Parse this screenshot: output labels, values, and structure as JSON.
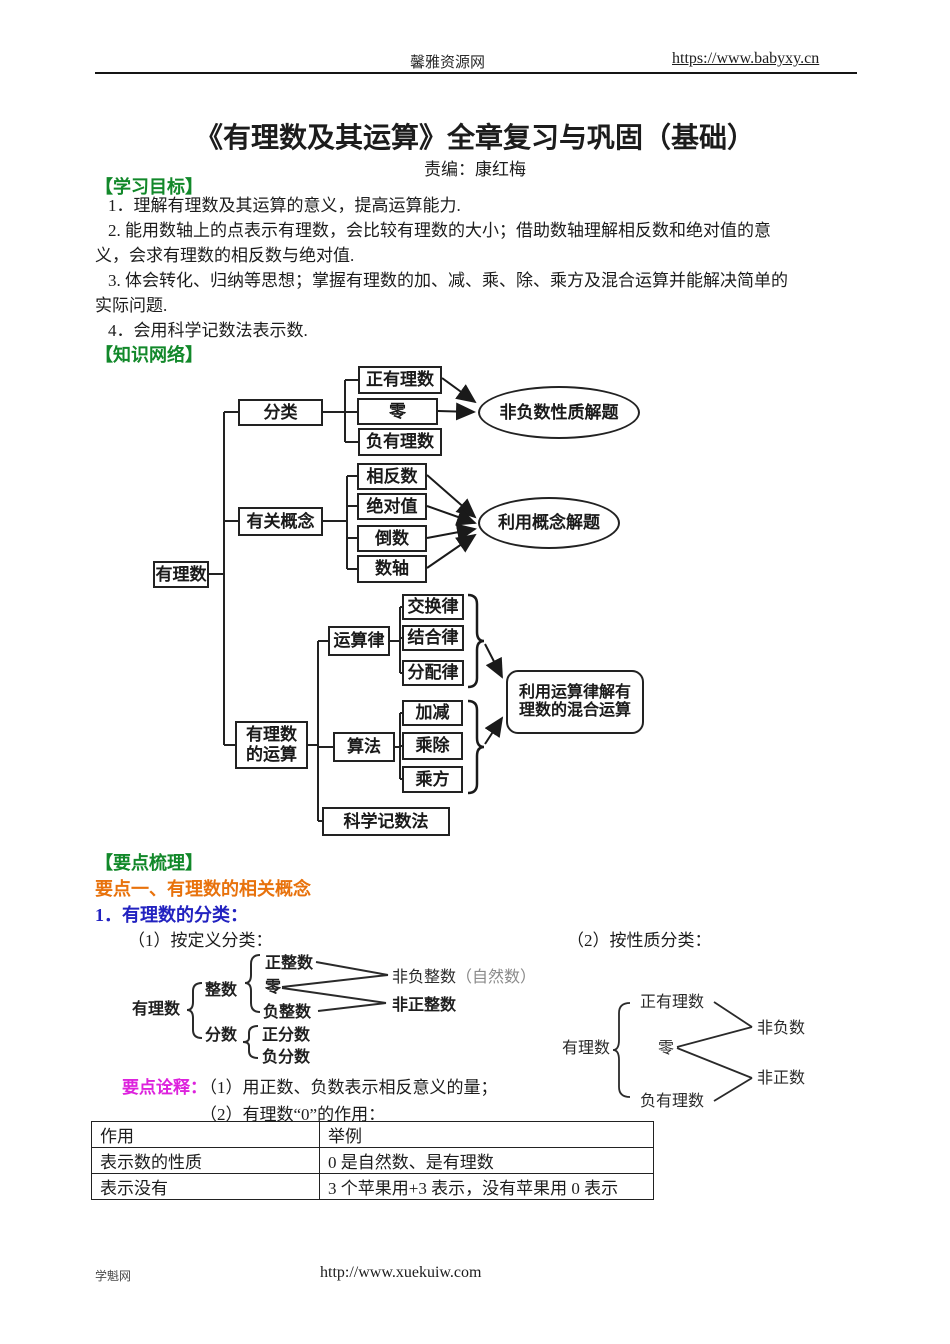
{
  "header": {
    "site_name": "馨雅资源网",
    "site_url": "https://www.babyxy.cn"
  },
  "doc": {
    "title": "《有理数及其运算》全章复习与巩固（基础）",
    "editor": "责编：康红梅"
  },
  "goals": {
    "heading": "【学习目标】",
    "items": [
      "1．理解有理数及其运算的意义，提高运算能力.",
      "2. 能用数轴上的点表示有理数，会比较有理数的大小；借助数轴理解相反数和绝对值的意义，会求有理数的相反数与绝对值.",
      "3. 体会转化、归纳等思想；掌握有理数的加、减、乘、除、乘方及混合运算并能解决简单的实际问题.",
      "4．会用科学记数法表示数."
    ]
  },
  "network": {
    "heading": "【知识网络】",
    "root": "有理数",
    "classify": {
      "label": "分类",
      "children": [
        "正有理数",
        "零",
        "负有理数"
      ],
      "result": "非负数性质解题"
    },
    "concepts": {
      "label": "有关概念",
      "children": [
        "相反数",
        "绝对值",
        "倒数",
        "数轴"
      ],
      "result": "利用概念解题"
    },
    "operations": {
      "line1": "有理数",
      "line2": "的运算",
      "laws": {
        "label": "运算律",
        "children": [
          "交换律",
          "结合律",
          "分配律"
        ]
      },
      "methods": {
        "label": "算法",
        "children": [
          "加减",
          "乘除",
          "乘方"
        ]
      },
      "scientific": "科学记数法",
      "result1": "利用运算律解有",
      "result2": "理数的混合运算"
    }
  },
  "outline": {
    "heading": "【要点梳理】",
    "point1": "要点一、有理数的相关概念",
    "sub1": "1．有理数的分类：",
    "by_definition": "（1）按定义分类：",
    "by_property": "（2）按性质分类：",
    "def_tree": {
      "root": "有理数",
      "int": "整数",
      "frac": "分数",
      "pos_int": "正整数",
      "zero": "零",
      "neg_int": "负整数",
      "pos_frac": "正分数",
      "neg_frac": "负分数",
      "nonneg": "非负整数",
      "nonneg_note": "（自然数）",
      "nonpos": "非正整数"
    },
    "prop_tree": {
      "root": "有理数",
      "pos": "正有理数",
      "zero": "零",
      "neg": "负有理数",
      "nonneg": "非负数",
      "nonpos": "非正数"
    },
    "notes": {
      "label": "要点诠释：",
      "note1": "（1）用正数、负数表示相反意义的量；",
      "note2": "（2）有理数“0”的作用："
    },
    "table": {
      "headers": [
        "作用",
        "举例"
      ],
      "rows": [
        [
          "表示数的性质",
          "0 是自然数、是有理数"
        ],
        [
          "表示没有",
          "3 个苹果用+3 表示，没有苹果用 0 表示"
        ]
      ]
    }
  },
  "footer": {
    "site": "学魁网",
    "url": "http://www.xuekuiw.com"
  },
  "colors": {
    "heading_green": "#12882a",
    "heading_orange": "#e8720c",
    "heading_blue": "#2222c0",
    "note_magenta": "#dd22dd",
    "ink": "#1c1c1c"
  }
}
